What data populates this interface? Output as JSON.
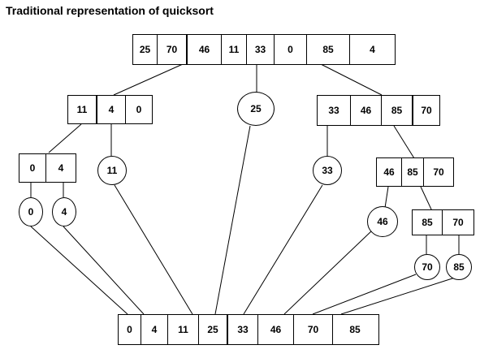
{
  "title": "Traditional representation of quicksort",
  "arrays": {
    "root": [
      "25",
      "70",
      "46",
      "11",
      "33",
      "0",
      "85",
      "4"
    ],
    "left": [
      "11",
      "4",
      "0"
    ],
    "right": [
      "33",
      "46",
      "85",
      "70"
    ],
    "left_left": [
      "0",
      "4"
    ],
    "right_right": [
      "46",
      "85",
      "70"
    ],
    "right_right_right": [
      "85",
      "70"
    ],
    "result": [
      "0",
      "4",
      "11",
      "25",
      "33",
      "46",
      "70",
      "85"
    ]
  },
  "pivots": {
    "p25": "25",
    "p11": "11",
    "p33": "33",
    "p0": "0",
    "p4": "4",
    "p46": "46",
    "p70": "70",
    "p85": "85"
  }
}
